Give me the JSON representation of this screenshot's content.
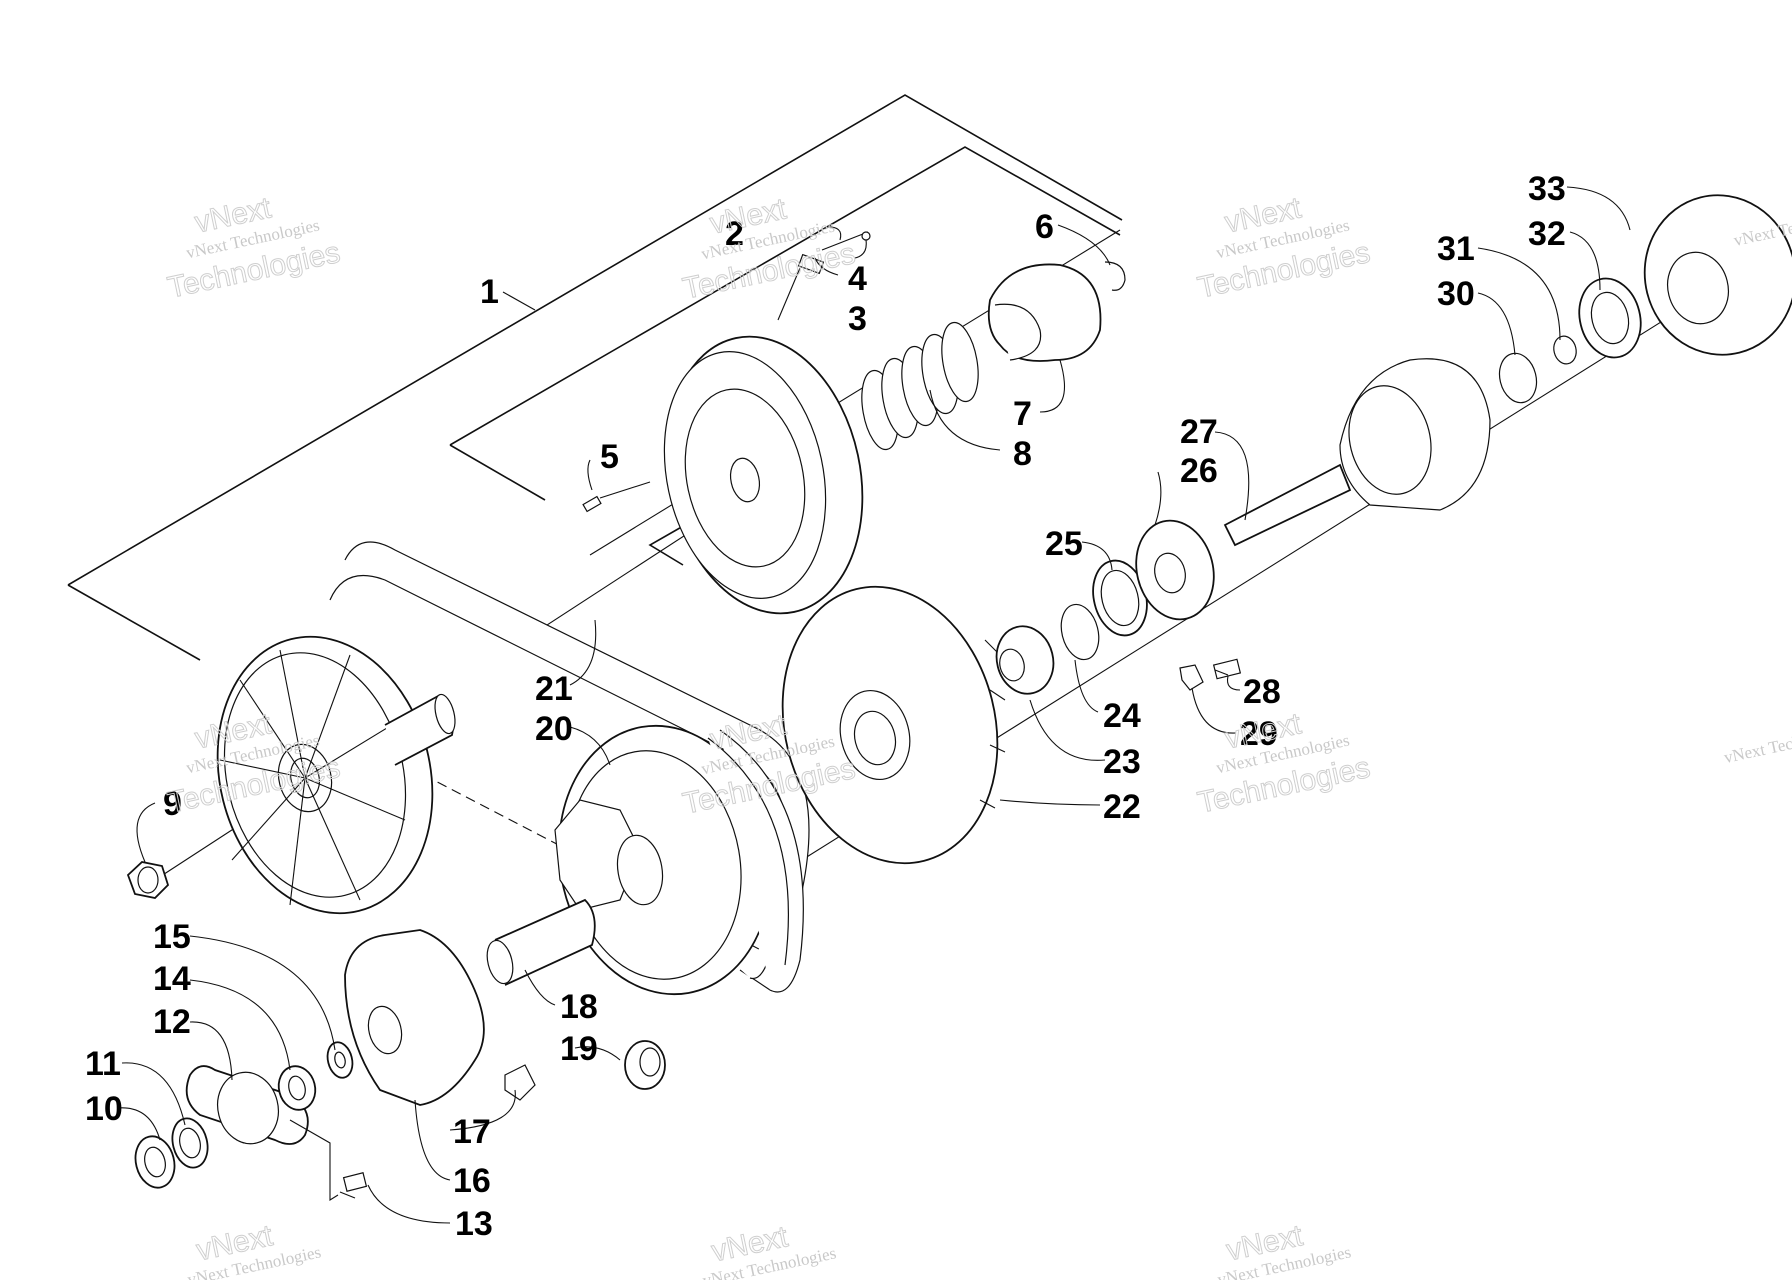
{
  "watermark": {
    "line1": "vNext",
    "line2": "vNext Technologies",
    "line3": "Technologies"
  },
  "callouts": [
    {
      "num": "1"
    },
    {
      "num": "2"
    },
    {
      "num": "3"
    },
    {
      "num": "4"
    },
    {
      "num": "5"
    },
    {
      "num": "6"
    },
    {
      "num": "7"
    },
    {
      "num": "8"
    },
    {
      "num": "9"
    },
    {
      "num": "10"
    },
    {
      "num": "11"
    },
    {
      "num": "12"
    },
    {
      "num": "13"
    },
    {
      "num": "14"
    },
    {
      "num": "15"
    },
    {
      "num": "16"
    },
    {
      "num": "17"
    },
    {
      "num": "18"
    },
    {
      "num": "19"
    },
    {
      "num": "20"
    },
    {
      "num": "21"
    },
    {
      "num": "22"
    },
    {
      "num": "23"
    },
    {
      "num": "24"
    },
    {
      "num": "25"
    },
    {
      "num": "26"
    },
    {
      "num": "27"
    },
    {
      "num": "28"
    },
    {
      "num": "29"
    },
    {
      "num": "30"
    },
    {
      "num": "31"
    },
    {
      "num": "32"
    },
    {
      "num": "33"
    }
  ]
}
